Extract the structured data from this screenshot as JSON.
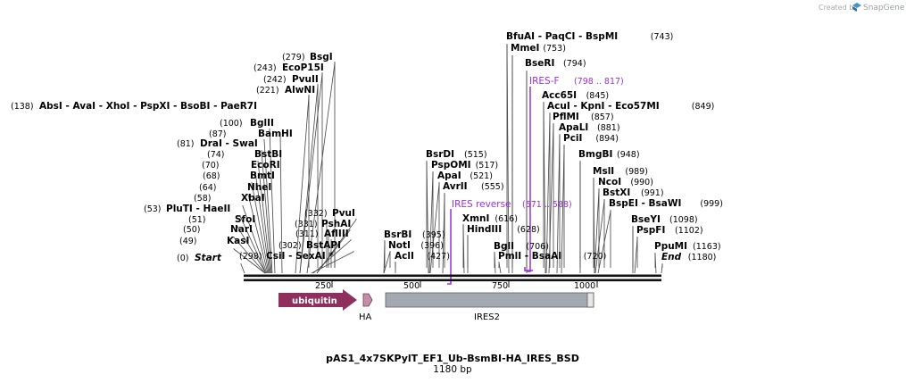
{
  "credit": {
    "prefix": "Created by",
    "brand": "SnapGene"
  },
  "map": {
    "name": "pAS1_4x7SKPylT_EF1_Ub-BsmBI-HA_IRES_BSD",
    "length": "1180 bp",
    "ticks": [
      "250",
      "500",
      "750",
      "1000"
    ]
  },
  "features": [
    {
      "name": "ubiquitin",
      "color": "#8e2f5e"
    },
    {
      "name": "HA",
      "color": "#c48ea8"
    },
    {
      "name": "IRES2",
      "color": "#a4a9b0"
    }
  ],
  "primers": [
    {
      "name": "IRES-F",
      "pos": "(798 .. 817)",
      "color": "#9b30d9"
    },
    {
      "name": "IRES reverse",
      "pos": "(571 .. 588)",
      "color": "#9b30d9"
    }
  ],
  "sites": [
    {
      "pos": "(0)",
      "name": "Start"
    },
    {
      "pos": "(49)",
      "name": "KasI"
    },
    {
      "pos": "(50)",
      "name": "NarI"
    },
    {
      "pos": "(51)",
      "name": "SfoI"
    },
    {
      "pos": "(53)",
      "name": "PluTI  - HaeII"
    },
    {
      "pos": "(58)",
      "name": "XbaI"
    },
    {
      "pos": "(64)",
      "name": "NheI"
    },
    {
      "pos": "(68)",
      "name": "BmtI"
    },
    {
      "pos": "(70)",
      "name": "EcoRI"
    },
    {
      "pos": "(74)",
      "name": "BstBI"
    },
    {
      "pos": "(81)",
      "name": "DraI  - SwaI"
    },
    {
      "pos": "(87)",
      "name": "BamHI"
    },
    {
      "pos": "(100)",
      "name": "BglII"
    },
    {
      "pos": "(138)",
      "name": "AbsI  - AvaI  - XhoI  - PspXI  - BsoBI  - PaeR7I"
    },
    {
      "pos": "(221)",
      "name": "AlwNI"
    },
    {
      "pos": "(242)",
      "name": "PvuII"
    },
    {
      "pos": "(243)",
      "name": "EcoP15I"
    },
    {
      "pos": "(279)",
      "name": "BsgI"
    },
    {
      "pos": "(298)",
      "name": "CsiI  - SexAI  *"
    },
    {
      "pos": "(302)",
      "name": "BstAPI"
    },
    {
      "pos": "(311)",
      "name": "AflIII"
    },
    {
      "pos": "(331)",
      "name": "PshAI"
    },
    {
      "pos": "(332)",
      "name": "PvuI"
    },
    {
      "pos": "(395)",
      "name": "BsrBI"
    },
    {
      "pos": "(396)",
      "name": "NotI"
    },
    {
      "pos": "(427)",
      "name": "AclI"
    },
    {
      "pos": "(515)",
      "name": "BsrDI"
    },
    {
      "pos": "(517)",
      "name": "PspOMI"
    },
    {
      "pos": "(521)",
      "name": "ApaI"
    },
    {
      "pos": "(555)",
      "name": "AvrII"
    },
    {
      "pos": "(616)",
      "name": "XmnI"
    },
    {
      "pos": "(628)",
      "name": "HindIII"
    },
    {
      "pos": "(706)",
      "name": "BglI"
    },
    {
      "pos": "(720)",
      "name": "PmlI  - BsaAI"
    },
    {
      "pos": "(743)",
      "name": "BfuAI  - PaqCI  - BspMI"
    },
    {
      "pos": "(753)",
      "name": "MmeI"
    },
    {
      "pos": "(794)",
      "name": "BseRI"
    },
    {
      "pos": "(845)",
      "name": "Acc65I"
    },
    {
      "pos": "(849)",
      "name": "AcuI  - KpnI  - Eco57MI"
    },
    {
      "pos": "(857)",
      "name": "PflMI"
    },
    {
      "pos": "(881)",
      "name": "ApaLI"
    },
    {
      "pos": "(894)",
      "name": "PciI"
    },
    {
      "pos": "(948)",
      "name": "BmgBI"
    },
    {
      "pos": "(989)",
      "name": "MslI"
    },
    {
      "pos": "(990)",
      "name": "NcoI"
    },
    {
      "pos": "(991)",
      "name": "BstXI"
    },
    {
      "pos": "(999)",
      "name": "BspEI  - BsaWI"
    },
    {
      "pos": "(1098)",
      "name": "BseYI"
    },
    {
      "pos": "(1102)",
      "name": "PspFI"
    },
    {
      "pos": "(1163)",
      "name": "PpuMI"
    },
    {
      "pos": "(1180)",
      "name": "End"
    }
  ]
}
